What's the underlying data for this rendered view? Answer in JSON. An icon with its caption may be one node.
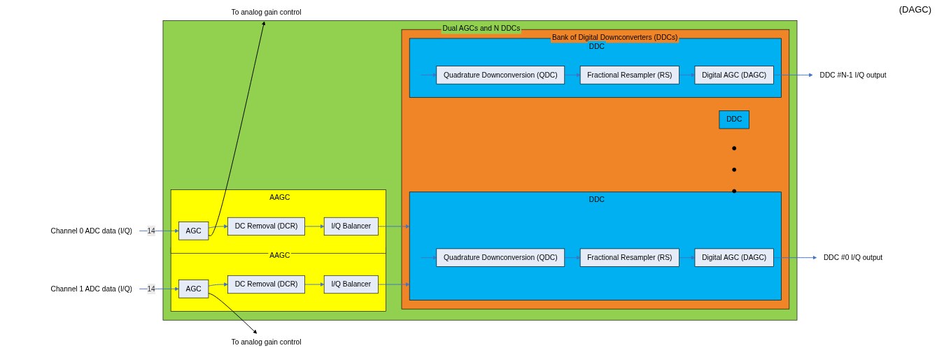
{
  "diagram": {
    "nodes": [
      {
        "text": [
          "Dual AGCs and N DDCs"
        ]
      },
      {
        "text": [
          "AAGC"
        ],
        "in": 0
      },
      {
        "text": [
          "AGC"
        ],
        "in": 1
      },
      {
        "text": [
          "DC Removal (DCR)"
        ],
        "in": 1
      },
      {
        "text": [
          "I/Q Balancer"
        ],
        "in": 1
      },
      {
        "text": [
          "AAGC"
        ],
        "in": 0
      },
      {
        "text": [
          "AGC"
        ],
        "in": 5
      },
      {
        "text": [
          "DC Removal (DCR)"
        ],
        "in": 5
      },
      {
        "text": [
          "I/Q Balancer"
        ],
        "in": 5
      },
      {
        "text": [
          "Bank of Digital Downconverters (DDCs)"
        ],
        "in": 0
      },
      {
        "text": [
          "DDC"
        ],
        "in": 9
      },
      {
        "text": [
          "Quadrature Downconversion (QDC)"
        ],
        "in": 10
      },
      {
        "text": [
          "Fractional Resampler (RS)"
        ],
        "in": 10
      },
      {
        "text": [
          "Digital AGC (DAGC)"
        ],
        "in": 10
      },
      {
        "text": [
          "DDC"
        ],
        "in": 9
      },
      {
        "text": [],
        "shape": "circle",
        "in": 9
      },
      {
        "text": [],
        "shape": "circle",
        "in": 9
      },
      {
        "text": [],
        "shape": "circle",
        "in": 9
      },
      {
        "text": [
          "DDC"
        ],
        "in": 9
      },
      {
        "text": [
          "Quadrature Downconversion (QDC)"
        ],
        "in": 18
      },
      {
        "text": [
          "Fractional Resampler (RS)"
        ],
        "in": 18
      },
      {
        "text": [
          "Digital AGC (DAGC)"
        ],
        "in": 18
      },
      {
        "text": [
          "Channel 0 ADC data (I/Q)"
        ]
      },
      {
        "text": [
          "To analog gain control"
        ]
      },
      {
        "text": [
          "DDC #0 I/Q output"
        ]
      },
      {
        "text": [
          "Channel 1 ADC data (I/Q)"
        ]
      },
      {
        "text": [
          "To analog gain control"
        ]
      },
      {
        "text": [
          "DDC #N-1 I/Q output"
        ]
      }
    ],
    "edges": [
      {
        "from": 22,
        "to": 2,
        "arrow": "to",
        "label": "14"
      },
      {
        "from": 2,
        "to": 3,
        "arrow": "to"
      },
      {
        "from": 3,
        "to": 4,
        "arrow": "to"
      },
      {
        "from": 4,
        "to": 10,
        "arrow": "to"
      },
      {
        "from": 2,
        "to": 23,
        "arrow": "to",
        "color": "#000000"
      },
      {
        "from": null,
        "to": 11,
        "arrow": "to"
      },
      {
        "from": 11,
        "to": 12,
        "arrow": "to"
      },
      {
        "from": 12,
        "to": 13,
        "arrow": "to"
      },
      {
        "from": 13,
        "to": 24,
        "arrow": "to"
      },
      {
        "from": 25,
        "to": 6,
        "arrow": "to",
        "label": "14"
      },
      {
        "from": 6,
        "to": 7,
        "arrow": "to"
      },
      {
        "from": 7,
        "to": 8,
        "arrow": "to"
      },
      {
        "from": 8,
        "to": 10,
        "arrow": "to"
      },
      {
        "from": 6,
        "to": 26,
        "arrow": "to",
        "color": "#000000"
      },
      {
        "from": null,
        "to": 19,
        "arrow": "to"
      },
      {
        "from": 19,
        "to": 20,
        "arrow": "to"
      },
      {
        "from": 20,
        "to": 21,
        "arrow": "to"
      },
      {
        "from": 21,
        "to": 27,
        "arrow": "to"
      }
    ],
    "labels": [
      "(DAGC)"
    ]
  }
}
